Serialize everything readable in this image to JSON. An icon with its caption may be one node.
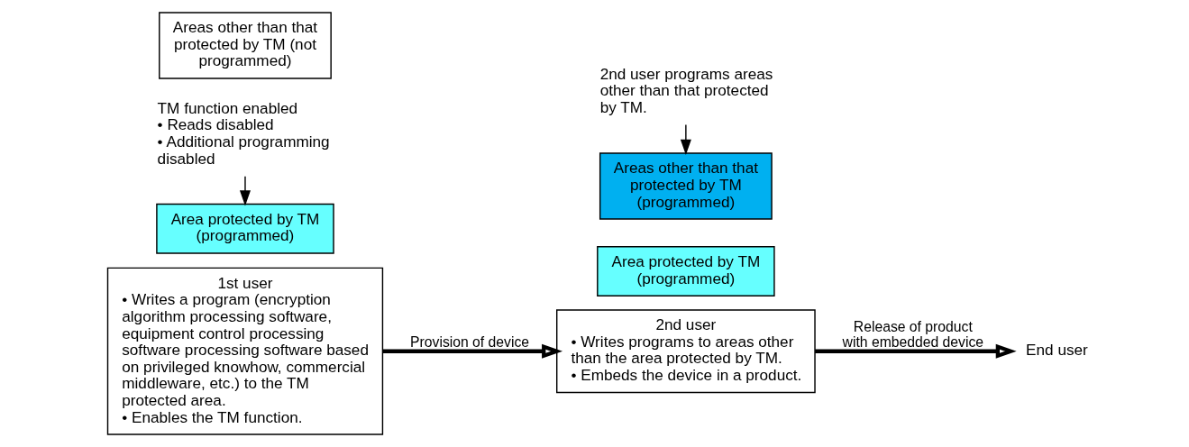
{
  "diagram": {
    "nodes": [
      {
        "text": [
          "1st user",
          "• Writes a program (encryption algorithm processing software, equipment control processing software processing software based on privileged knowhow, commercial middleware, etc.) to the TM protected area.",
          "• Enables the TM function."
        ]
      },
      {
        "text": [
          "2nd user",
          "• Writes programs to areas other than the area protected by TM.",
          "• Embeds the device in a product."
        ]
      },
      {
        "text": [
          "End user"
        ]
      },
      {
        "text": [
          "Areas other than that protected by TM (not programmed)"
        ]
      },
      {
        "text": [
          "Area protected by TM (programmed)"
        ]
      },
      {
        "text": [
          "Areas other than that protected by TM (programmed)"
        ]
      },
      {
        "text": [
          "Area protected by TM (programmed)"
        ]
      },
      {
        "text": [
          "TM function enabled",
          "• Reads disabled",
          "• Additional programming disabled"
        ]
      },
      {
        "text": [
          "2nd user programs areas other than that protected by TM."
        ]
      }
    ],
    "edges": [
      {
        "from": 0,
        "to": 1,
        "arrow": "to",
        "label": "Provision of device",
        "style": "thick"
      },
      {
        "from": 1,
        "to": 2,
        "arrow": "to",
        "label": "Release of product with embedded device",
        "style": "thick"
      },
      {
        "from": 7,
        "to": 4,
        "arrow": "to"
      },
      {
        "from": 8,
        "to": 5,
        "arrow": "to"
      }
    ]
  }
}
